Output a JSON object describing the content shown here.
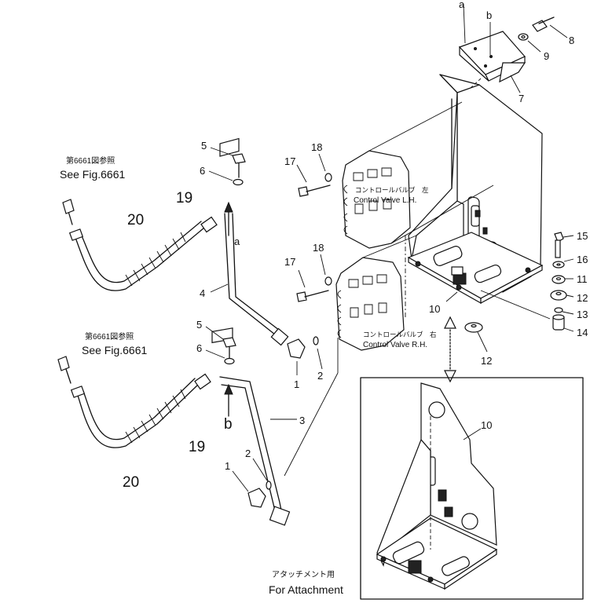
{
  "callouts": {
    "a": "a",
    "b": "b",
    "p1": "1",
    "p2": "2",
    "p3": "3",
    "p4": "4",
    "p5": "5",
    "p6": "6",
    "p7": "7",
    "p8": "8",
    "p9": "9",
    "p10": "10",
    "p11": "11",
    "p12": "12",
    "p13": "13",
    "p14": "14",
    "p15": "15",
    "p16": "16",
    "p17": "17",
    "p18": "18",
    "p19": "19",
    "p20": "20"
  },
  "notes": {
    "ref_jp": "第6661図参照",
    "ref_en": "See Fig.6661",
    "valve_lh_jp": "コントロールバルブ　左",
    "valve_lh_en": "Control Valve L.H.",
    "valve_rh_jp": "コントロールバルブ　右",
    "valve_rh_en": "Control Valve R.H.",
    "attach_jp": "アタッチメント用",
    "attach_en": "For Attachment"
  }
}
